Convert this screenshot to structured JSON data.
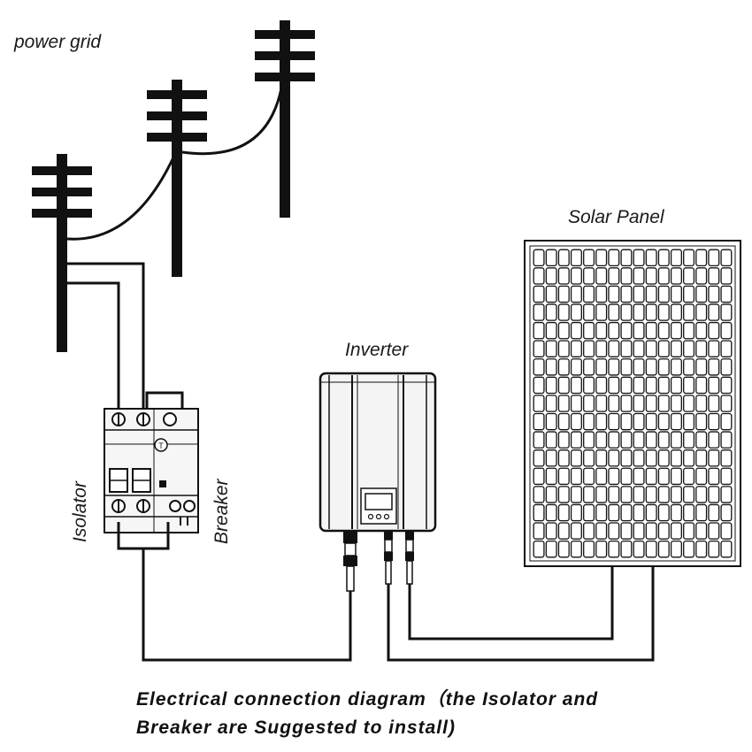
{
  "labels": {
    "power_grid": "power grid",
    "solar_panel": "Solar Panel",
    "inverter": "Inverter",
    "isolator": "Isolator",
    "breaker": "Breaker"
  },
  "caption": {
    "line1": "Electrical connection diagram（the Isolator and",
    "line2": "Breaker are Suggested  to install)"
  },
  "colors": {
    "ink": "#111111",
    "device_fill": "#f4f4f4",
    "panel_cell": "#ffffff"
  },
  "solar_panel_grid": {
    "columns": 16,
    "rows": 17
  }
}
